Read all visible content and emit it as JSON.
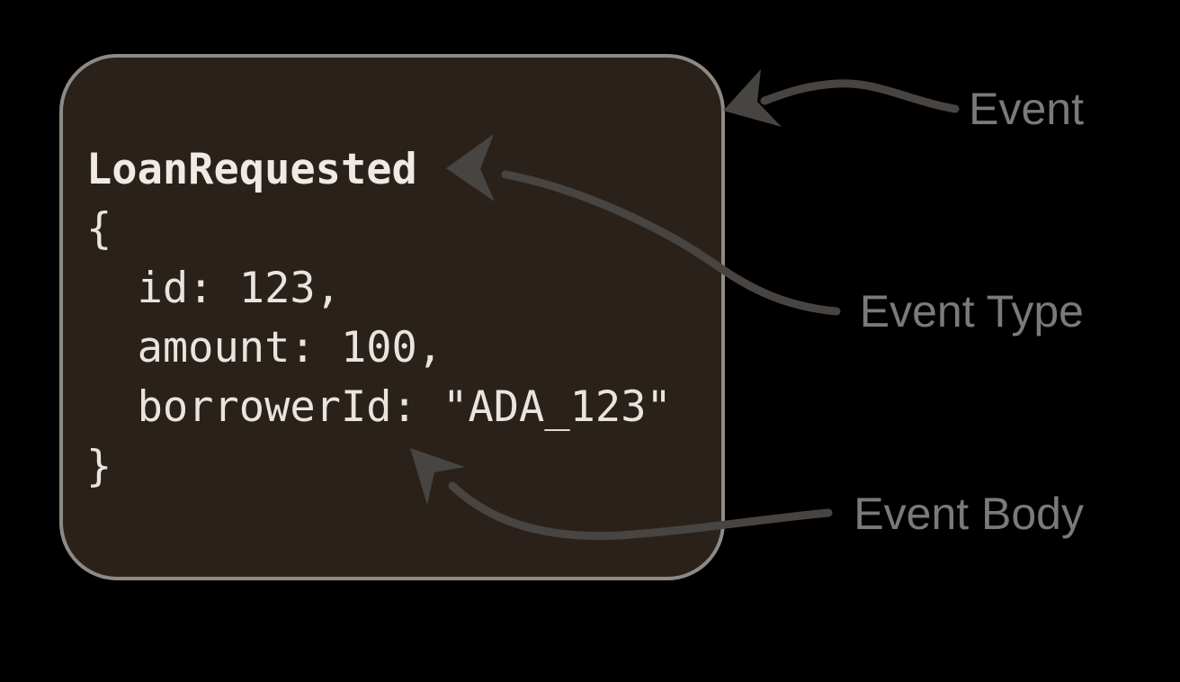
{
  "diagram": {
    "event_card": {
      "event_type": "LoanRequested",
      "body_lines": [
        "{",
        "  id: 123,",
        "  amount: 100,",
        "  borrowerId: \"ADA_123\"",
        "}"
      ]
    },
    "labels": {
      "event": "Event",
      "event_type": "Event Type",
      "event_body": "Event Body"
    },
    "colors": {
      "background": "#000000",
      "card_fill": "#2a211b",
      "card_border": "#8e8984",
      "code_text": "#e9e4de",
      "arrow": "#474441",
      "label_text": "#7a7a7a"
    }
  }
}
